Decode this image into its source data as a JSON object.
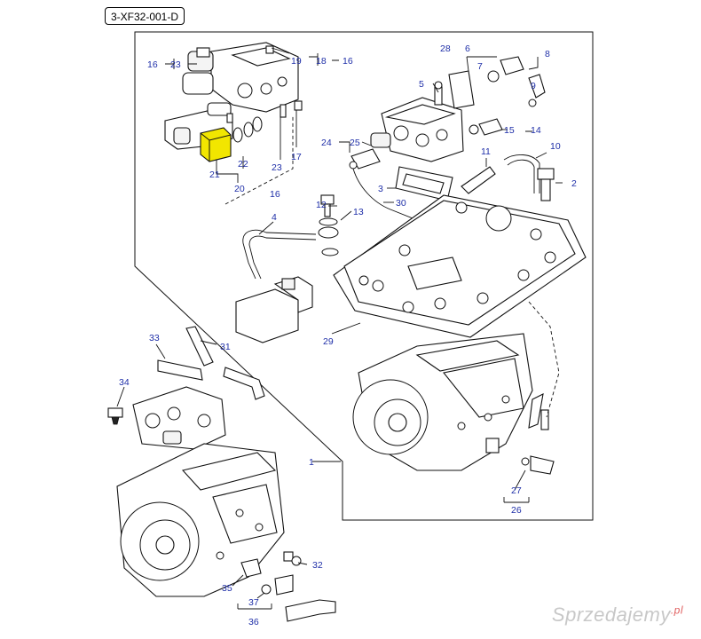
{
  "reference_code": "3-XF32-001-D",
  "callouts": [
    {
      "id": "c1",
      "text": "1"
    },
    {
      "id": "c2",
      "text": "2"
    },
    {
      "id": "c3",
      "text": "3"
    },
    {
      "id": "c4",
      "text": "4"
    },
    {
      "id": "c5",
      "text": "5"
    },
    {
      "id": "c6",
      "text": "6"
    },
    {
      "id": "c7",
      "text": "7"
    },
    {
      "id": "c8",
      "text": "8"
    },
    {
      "id": "c9",
      "text": "9"
    },
    {
      "id": "c10",
      "text": "10"
    },
    {
      "id": "c11",
      "text": "11"
    },
    {
      "id": "c12",
      "text": "12"
    },
    {
      "id": "c13",
      "text": "13"
    },
    {
      "id": "c14",
      "text": "14"
    },
    {
      "id": "c15",
      "text": "15"
    },
    {
      "id": "c16a",
      "text": "16"
    },
    {
      "id": "c16b",
      "text": "16"
    },
    {
      "id": "c16c",
      "text": "16"
    },
    {
      "id": "c17",
      "text": "17"
    },
    {
      "id": "c18",
      "text": "18"
    },
    {
      "id": "c19",
      "text": "19"
    },
    {
      "id": "c20",
      "text": "20"
    },
    {
      "id": "c21",
      "text": "21"
    },
    {
      "id": "c22",
      "text": "22"
    },
    {
      "id": "c23a",
      "text": "23"
    },
    {
      "id": "c23b",
      "text": "23"
    },
    {
      "id": "c24",
      "text": "24"
    },
    {
      "id": "c25",
      "text": "25"
    },
    {
      "id": "c26",
      "text": "26"
    },
    {
      "id": "c27",
      "text": "27"
    },
    {
      "id": "c28",
      "text": "28"
    },
    {
      "id": "c29",
      "text": "29"
    },
    {
      "id": "c30",
      "text": "30"
    },
    {
      "id": "c31",
      "text": "31"
    },
    {
      "id": "c32",
      "text": "32"
    },
    {
      "id": "c33",
      "text": "33"
    },
    {
      "id": "c34",
      "text": "34"
    },
    {
      "id": "c35",
      "text": "35"
    },
    {
      "id": "c36",
      "text": "36"
    },
    {
      "id": "c37",
      "text": "37"
    }
  ],
  "highlight_color": "#f2e600",
  "callout_color": "#1f2fa8",
  "watermark": {
    "text": "Sprzedajemy",
    "suffix": ".pl"
  }
}
